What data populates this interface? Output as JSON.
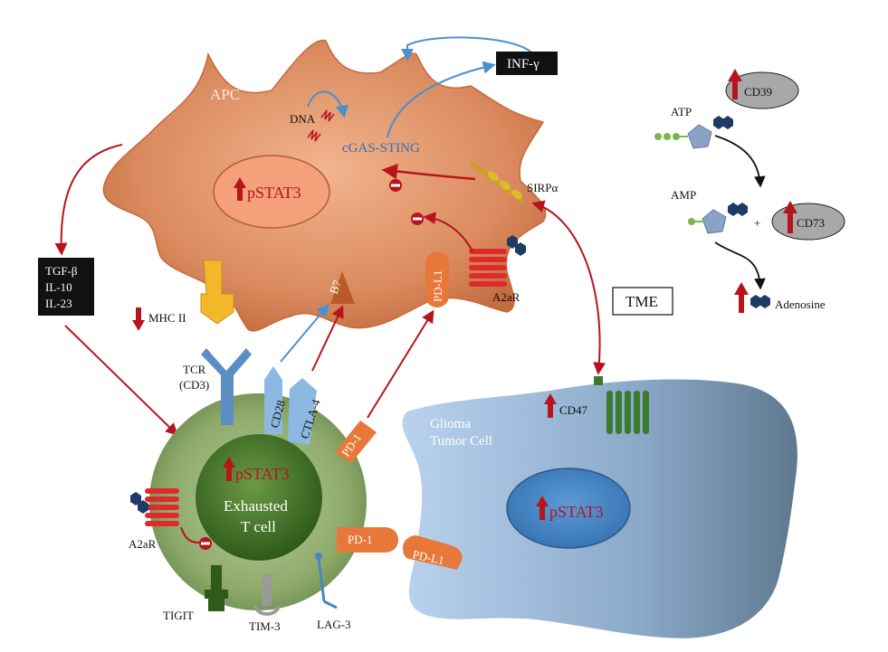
{
  "apc": {
    "title": "APC",
    "pstat": "pSTAT3",
    "dna": "DNA",
    "cgas": "cGAS-STING",
    "sirp": "SIRPα",
    "mhc": "MHC II",
    "b7": "B7",
    "pdl1": "PD-L1",
    "a2ar": "A2aR"
  },
  "inf": "INF-γ",
  "cytokines": [
    "TGF-β",
    "IL-10",
    "IL-23"
  ],
  "tme": "TME",
  "tcell": {
    "pstat": "pSTAT3",
    "line1": "Exhausted",
    "line2": "T cell",
    "tcr1": "TCR",
    "tcr2": "(CD3)",
    "cd28": "CD28",
    "ctla4": "CTLA-4",
    "pd1_top": "PD-1",
    "pd1_side": "PD-1",
    "a2ar": "A2aR",
    "tigit": "TIGIT",
    "tim3": "TIM-3",
    "lag3": "LAG-3"
  },
  "tumor": {
    "line1": "Glioma",
    "line2": "Tumor Cell",
    "pstat": "pSTAT3",
    "cd47": "CD47",
    "pdl1": "PD-L1"
  },
  "adenosine_pathway": {
    "atp": "ATP",
    "cd39": "CD39",
    "amp": "AMP",
    "plus": "+",
    "cd73": "CD73",
    "adenosine": "Adenosine"
  },
  "colors": {
    "apc": "#d98a60",
    "tcell": "#7a9a58",
    "tumor": "#8eb0d6",
    "arrow_red": "#b8141e",
    "arrow_blue": "#4a90d0"
  }
}
